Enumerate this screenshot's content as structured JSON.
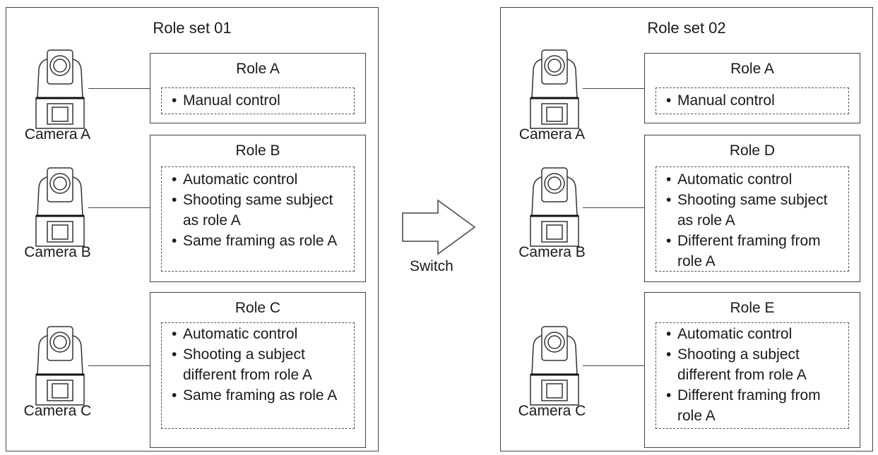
{
  "switch_label": "Switch",
  "role_sets": [
    {
      "title": "Role set 01",
      "cameras": [
        "Camera A",
        "Camera B",
        "Camera C"
      ],
      "roles": [
        {
          "title": "Role A",
          "items": [
            "Manual control"
          ]
        },
        {
          "title": "Role B",
          "items": [
            "Automatic control",
            "Shooting same subject as role A",
            "Same framing as role A"
          ]
        },
        {
          "title": "Role C",
          "items": [
            "Automatic control",
            "Shooting a subject different from role A",
            "Same framing as role A"
          ]
        }
      ]
    },
    {
      "title": "Role set 02",
      "cameras": [
        "Camera A",
        "Camera B",
        "Camera C"
      ],
      "roles": [
        {
          "title": "Role A",
          "items": [
            "Manual control"
          ]
        },
        {
          "title": "Role D",
          "items": [
            "Automatic control",
            "Shooting same subject as role A",
            "Different framing from role A"
          ]
        },
        {
          "title": "Role E",
          "items": [
            "Automatic control",
            "Shooting a subject different from role A",
            "Different framing from role A"
          ]
        }
      ]
    }
  ]
}
